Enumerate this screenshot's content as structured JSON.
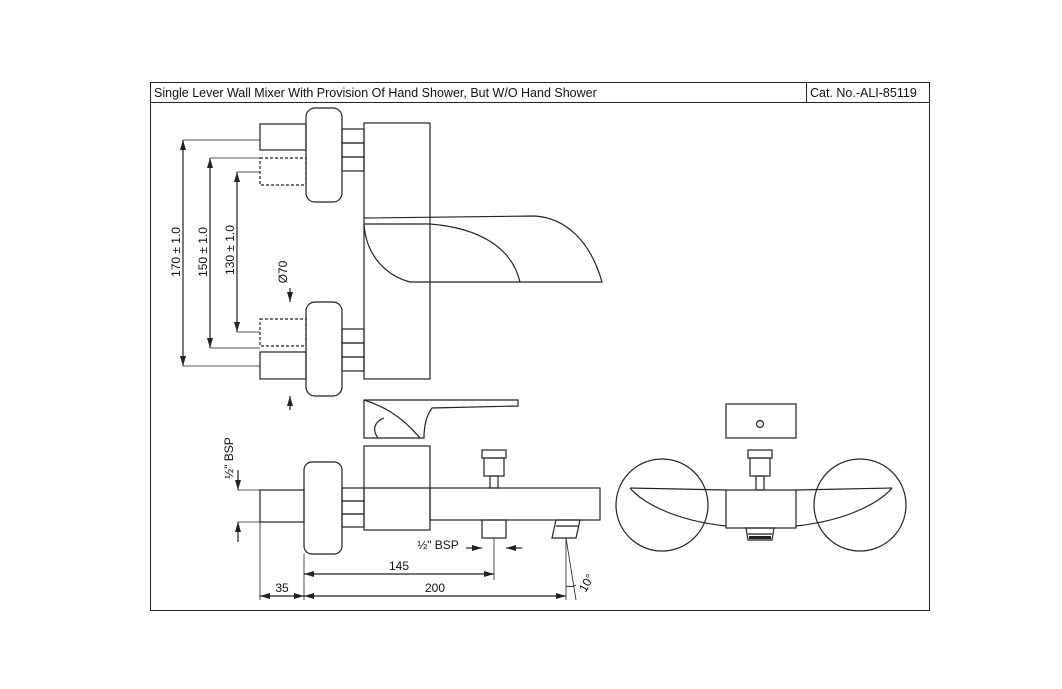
{
  "header": {
    "title": "Single Lever Wall Mixer With Provision Of Hand Shower, But W/O Hand Shower",
    "catalog_number": "Cat. No.-ALI-85119"
  },
  "dimensions": {
    "dim_170": "170 ± 1.0",
    "dim_150": "150 ± 1.0",
    "dim_130": "130 ± 1.0",
    "dia_70": "Ø70",
    "bsp_left": "½\" BSP",
    "bsp_bottom": "½\" BSP",
    "dim_145": "145",
    "dim_35": "35",
    "dim_200": "200",
    "angle_10": "10°"
  }
}
